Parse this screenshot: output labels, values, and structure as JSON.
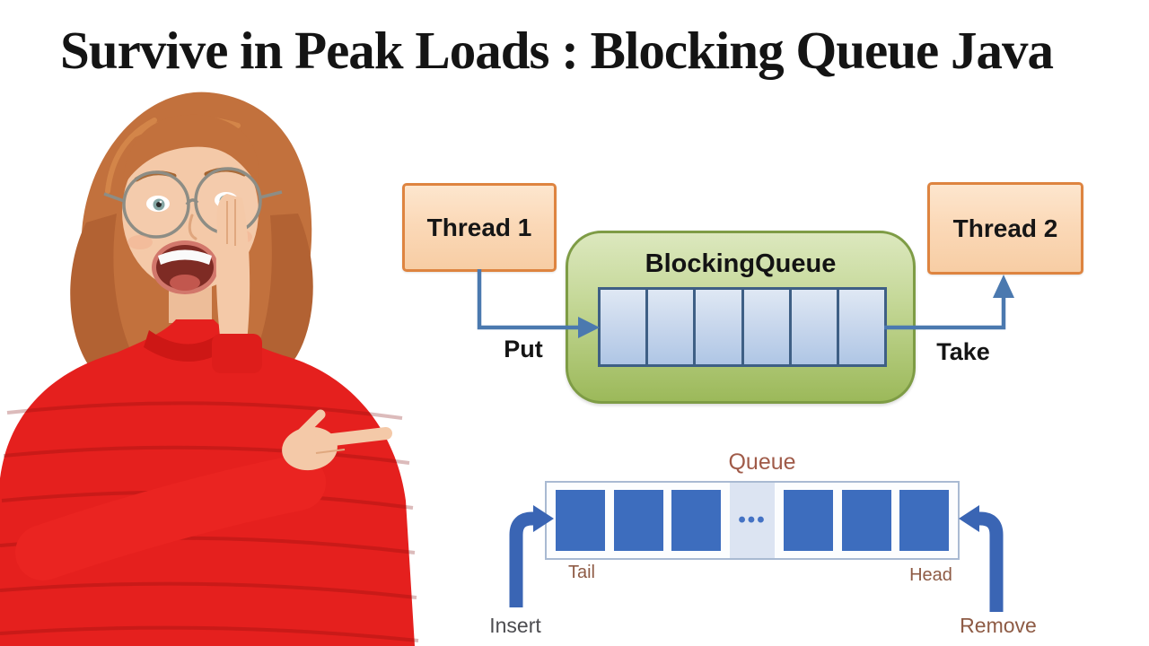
{
  "header": {
    "title": "Survive in Peak Loads : Blocking Queue Java"
  },
  "blocking_queue_diagram": {
    "thread1_label": "Thread 1",
    "thread2_label": "Thread 2",
    "container_label": "BlockingQueue",
    "put_label": "Put",
    "take_label": "Take",
    "slot_count": 6
  },
  "queue_diagram": {
    "title": "Queue",
    "tail_label": "Tail",
    "head_label": "Head",
    "insert_label": "Insert",
    "remove_label": "Remove",
    "ellipsis": "•••",
    "left_square_count": 3,
    "right_square_count": 3
  },
  "colors": {
    "thread_box_fill": "#FBD9B8",
    "thread_box_border": "#DE8440",
    "container_fill_top": "#DCE8BE",
    "container_fill_bottom": "#9CB95A",
    "container_border": "#7E9C45",
    "slot_fill_top": "#DFE8F4",
    "slot_fill_bottom": "#AFC6E5",
    "slot_border": "#3E5F85",
    "connector_arrow": "#4B79AF",
    "queue_bar_border": "#A9BAD2",
    "queue_square": "#3D6DBE",
    "ellipsis_patch": "#DCE4F2",
    "thick_arrow": "#3A65B4",
    "label_brown": "#8E5B45",
    "label_dark": "#4C4C50",
    "title_color": "#141414",
    "sweater_red": "#E5201E"
  }
}
